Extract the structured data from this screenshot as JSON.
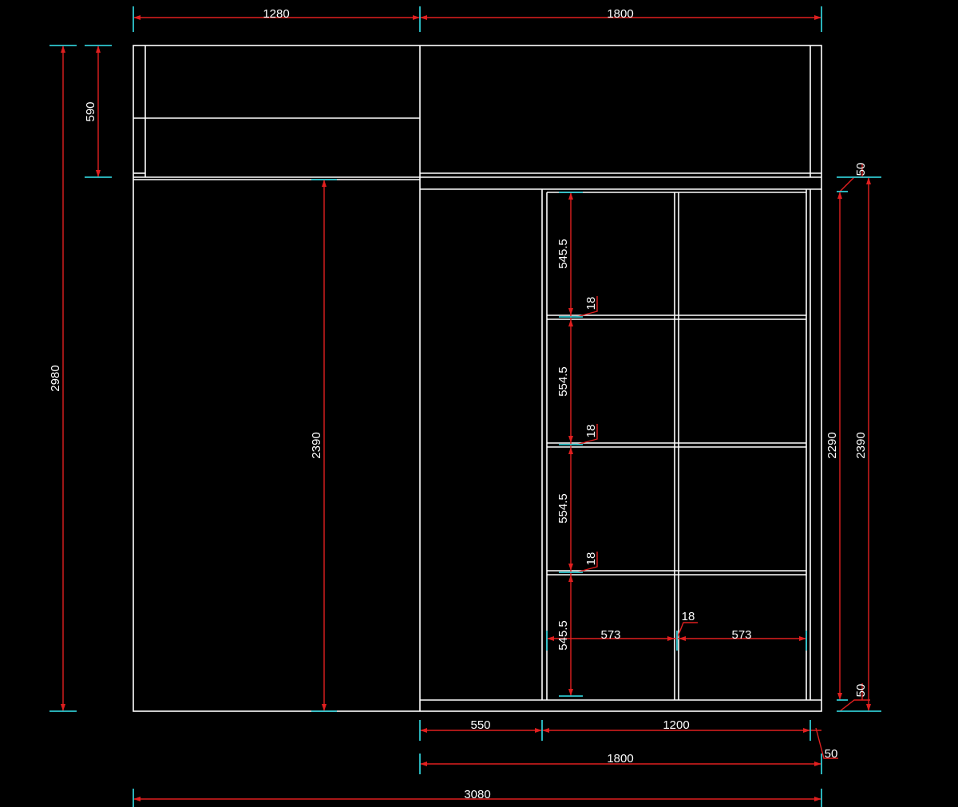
{
  "colors": {
    "background": "#000000",
    "outline": "#ffffff",
    "dimension": "#e01f1f",
    "extension_tick": "#2fc7cf"
  },
  "dimensions": {
    "top_left_width": "1280",
    "top_right_width": "1800",
    "total_height": "2980",
    "upper_cabinet_height": "590",
    "left_section_height": "2390",
    "top_gap": "50",
    "inner_height": "2290",
    "right_height": "2390",
    "bottom_gap": "50",
    "shelf1": "545.5",
    "shelf2": "554.5",
    "shelf3": "554.5",
    "shelf4": "545.5",
    "board1": "18",
    "board2": "18",
    "board3": "18",
    "divider": "18",
    "cell_left": "573",
    "cell_right": "573",
    "bottom_550": "550",
    "bottom_1200": "1200",
    "bottom_50": "50",
    "bottom_1800": "1800",
    "overall_width": "3080"
  }
}
